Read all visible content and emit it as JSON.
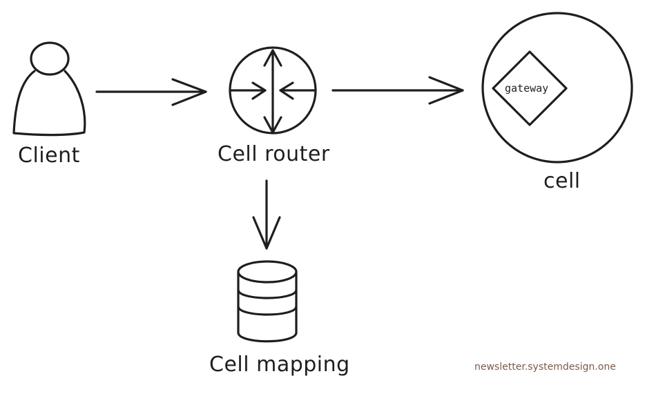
{
  "nodes": {
    "client": {
      "label": "Client",
      "icon": "person-icon"
    },
    "cell_router": {
      "label": "Cell router",
      "icon": "router-icon"
    },
    "cell": {
      "label": "cell",
      "icon": "circle-boundary"
    },
    "gateway": {
      "label": "gateway",
      "icon": "diamond-shape"
    },
    "cell_mapping": {
      "label": "Cell mapping",
      "icon": "database-icon"
    }
  },
  "edges": [
    {
      "from": "client",
      "to": "cell_router"
    },
    {
      "from": "cell_router",
      "to": "cell"
    },
    {
      "from": "cell_router",
      "to": "cell_mapping"
    }
  ],
  "watermark": {
    "text": "newsletter.systemdesign.one",
    "color": "#7a5a4a"
  },
  "colors": {
    "stroke": "#1e1e1e",
    "background": "#ffffff"
  }
}
